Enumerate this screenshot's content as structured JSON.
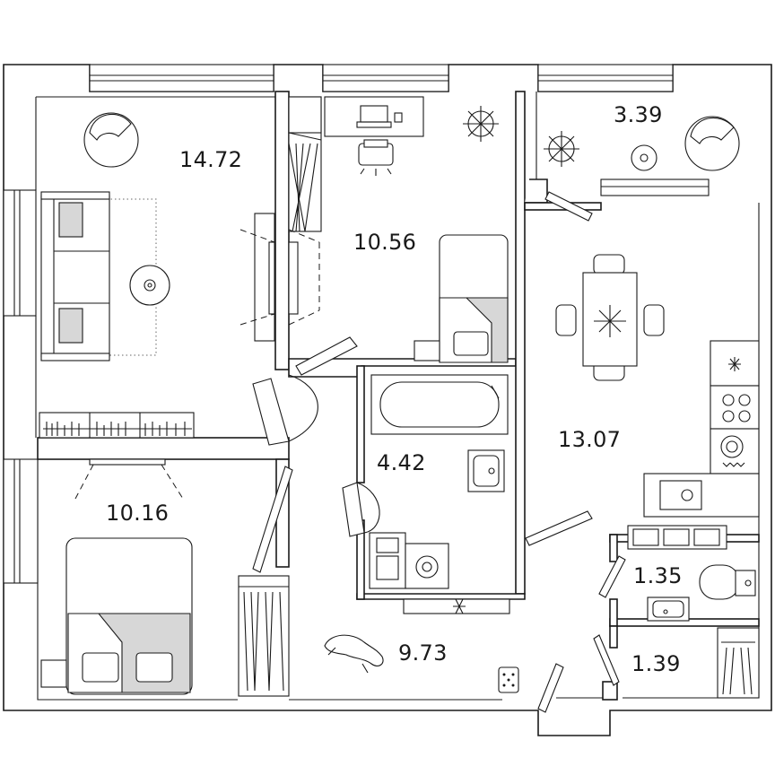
{
  "rooms": {
    "living_room": {
      "area": "14.72"
    },
    "study_bedroom": {
      "area": "10.56"
    },
    "balcony": {
      "area": "3.39"
    },
    "kitchen": {
      "area": "13.07"
    },
    "bathroom": {
      "area": "4.42"
    },
    "bedroom": {
      "area": "10.16"
    },
    "hallway": {
      "area": "9.73"
    },
    "toilet": {
      "area": "1.35"
    },
    "storage": {
      "area": "1.39"
    }
  },
  "colors": {
    "line": "#1a1a1a",
    "furniture_fill": "#d7d7d7",
    "background": "#ffffff"
  }
}
